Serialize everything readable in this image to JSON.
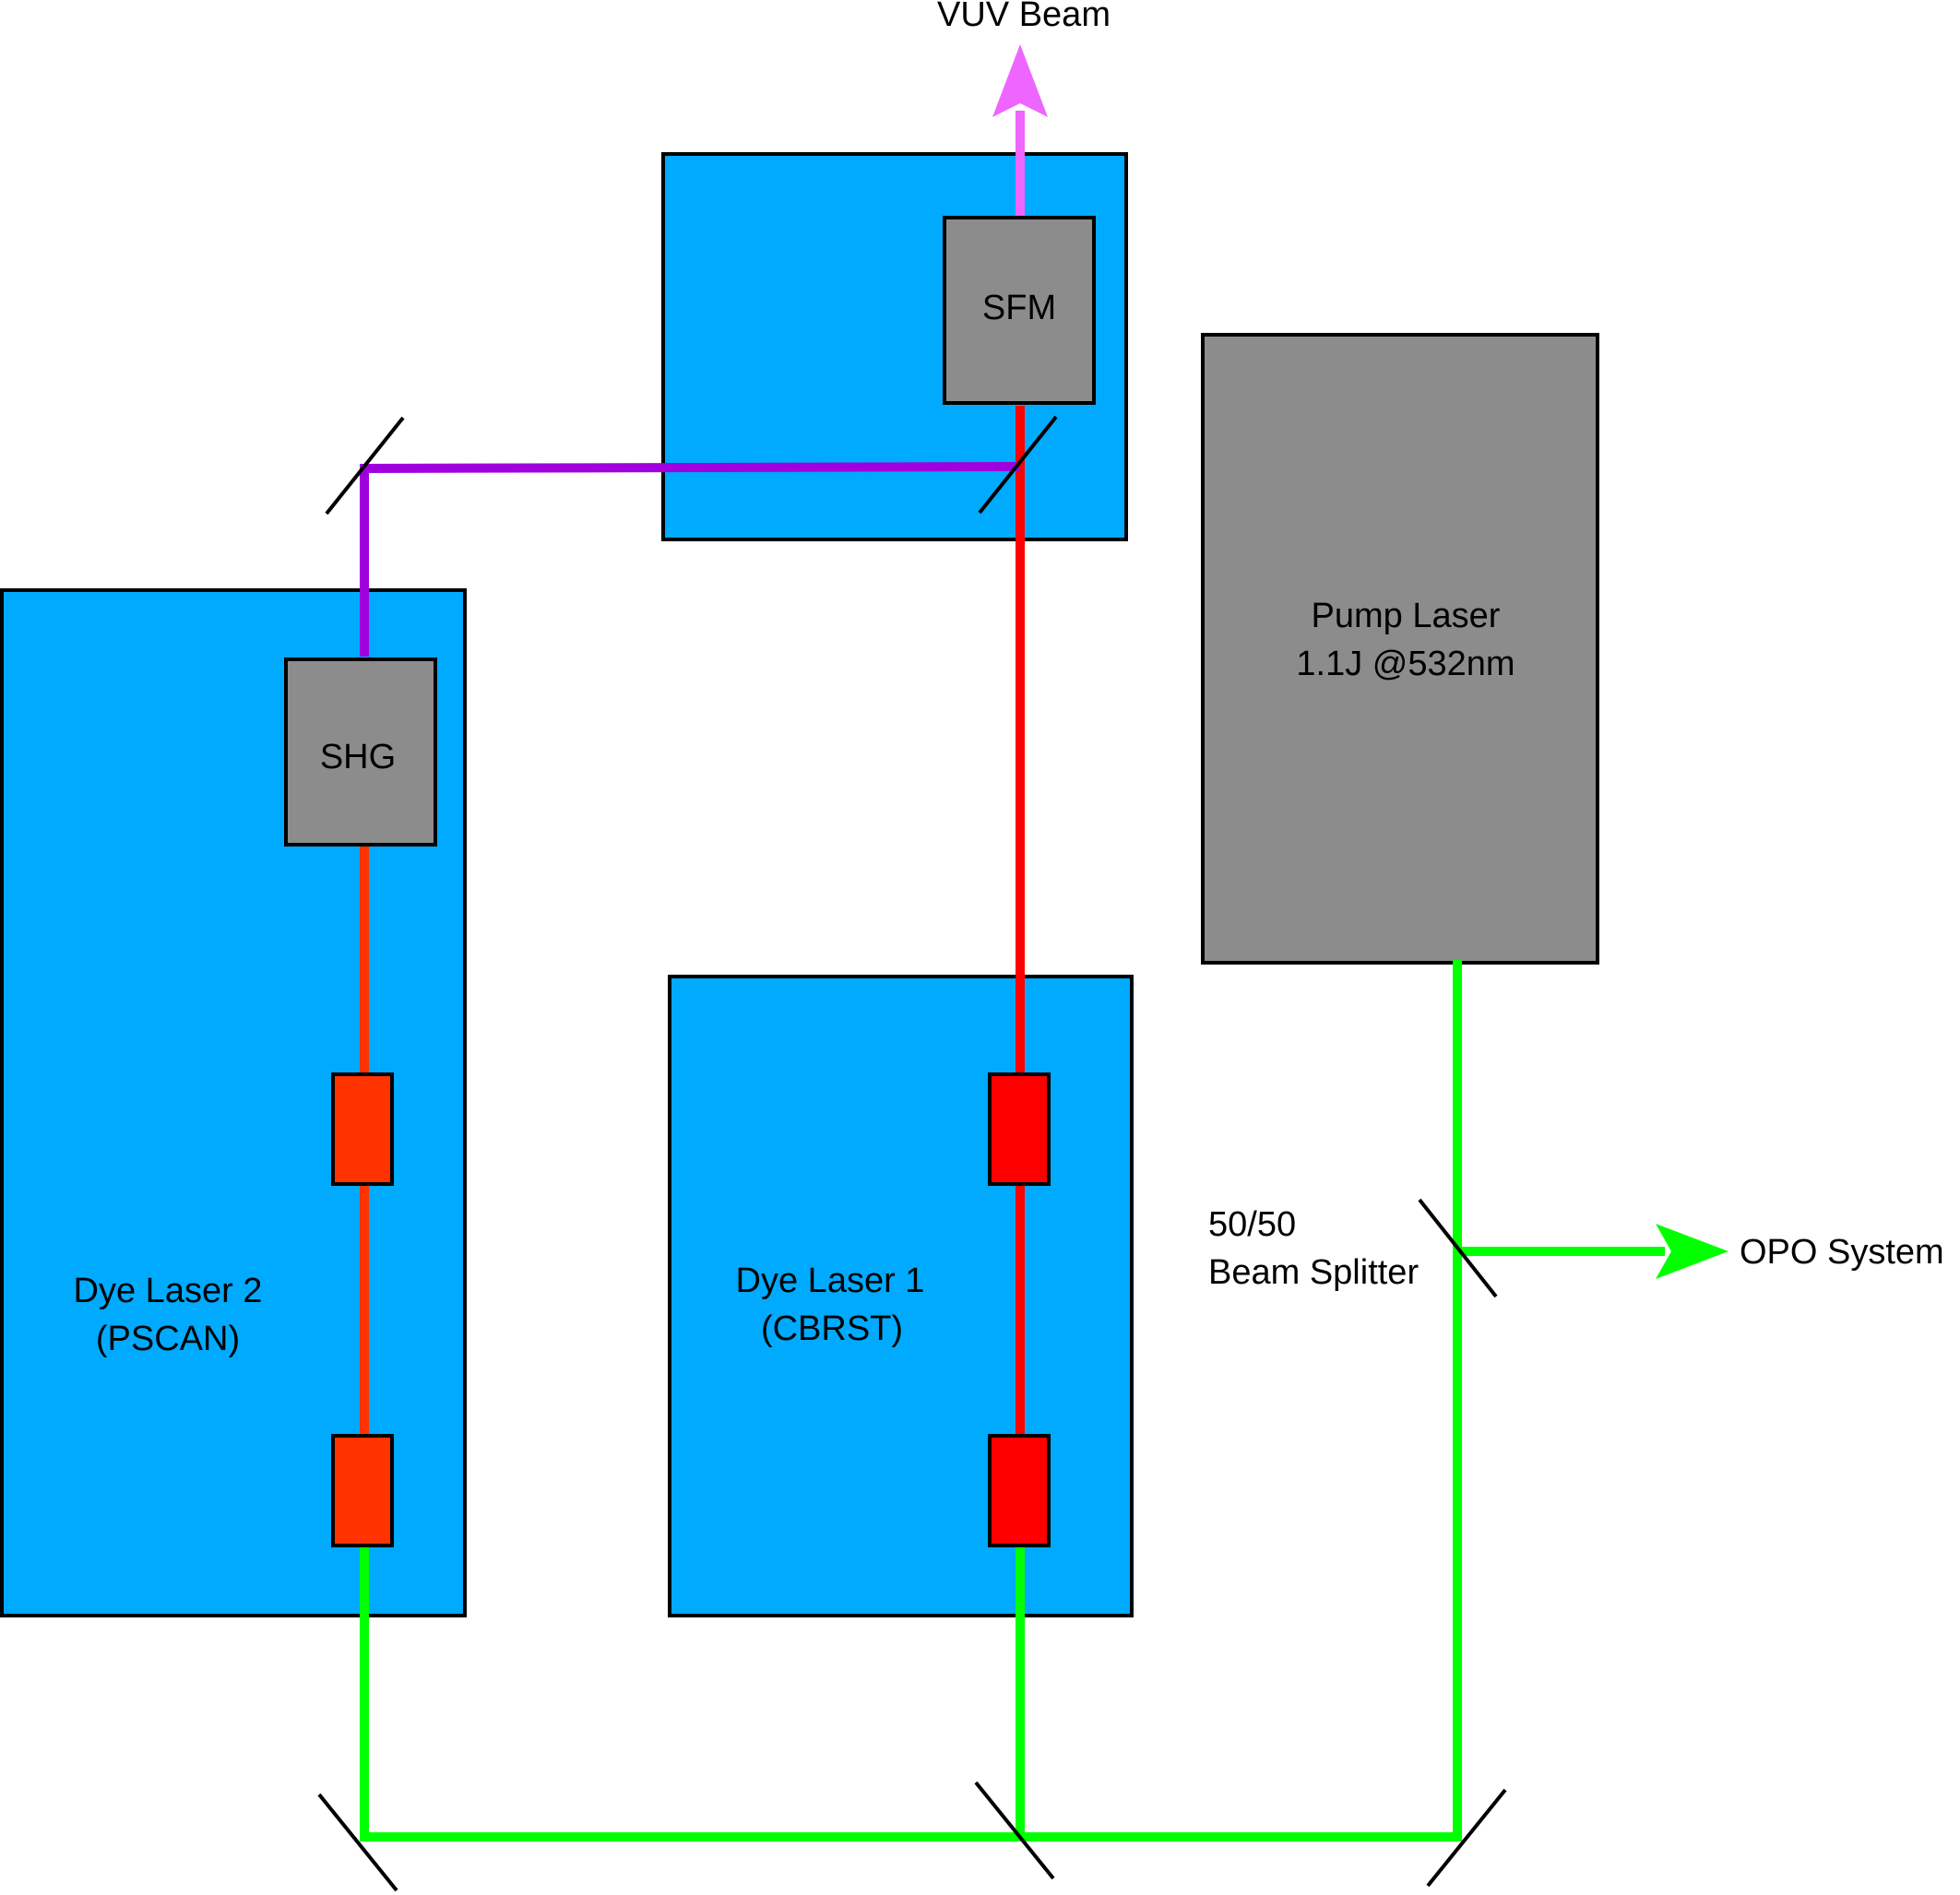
{
  "colors": {
    "table_blue": "#00aaff",
    "module_gray": "#8c8c8c",
    "pump_green": "#00ff00",
    "dye1_red": "#ff0000",
    "dye2_red_orange": "#ff3300",
    "uv_purple": "#a000dd",
    "vuv_pink": "#ee66ff",
    "outline": "#000000"
  },
  "labels": {
    "vuv_beam": "VUV Beam",
    "sfm": "SFM",
    "shg": "SHG",
    "pump_laser_line1": "Pump Laser",
    "pump_laser_line2": "1.1J @532nm",
    "dye_laser_2_line1": "Dye Laser 2",
    "dye_laser_2_line2": "(PSCAN)",
    "dye_laser_1_line1": "Dye Laser 1",
    "dye_laser_1_line2": "(CBRST)",
    "beam_splitter_line1": "50/50",
    "beam_splitter_line2": "Beam Splitter",
    "opo_system": "OPO System"
  }
}
